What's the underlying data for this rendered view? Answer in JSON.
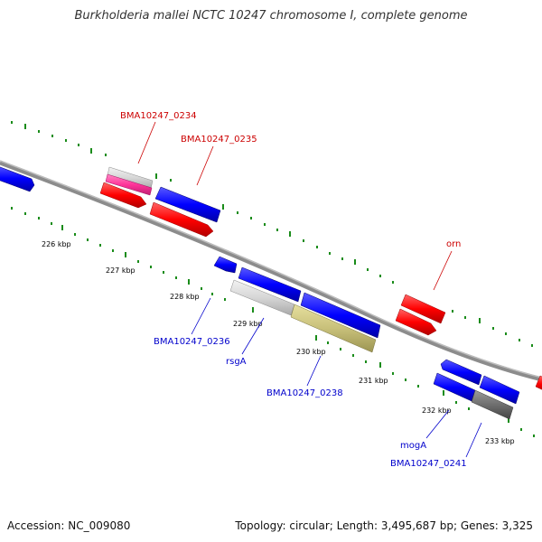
{
  "title": "Burkholderia mallei NCTC 10247 chromosome I, complete genome",
  "footer": {
    "accession": "Accession: NC_009080",
    "summary": "Topology: circular; Length: 3,495,687 bp; Genes: 3,325"
  },
  "colors": {
    "backbone": "#888888",
    "tick": "#1a8c1a",
    "forward_label": "#cc0000",
    "reverse_label": "#0000cc",
    "red": "#ff0000",
    "blue": "#0000ff",
    "pink": "#ff3399",
    "light_gray": "#d9d9d9",
    "dark_gray": "#707070",
    "khaki": "#c8c07a"
  },
  "ruler_labels": [
    "226 kbp",
    "227 kbp",
    "228 kbp",
    "229 kbp",
    "230 kbp",
    "231 kbp",
    "232 kbp",
    "233 kbp"
  ],
  "gene_labels": {
    "forward": [
      "BMA10247_0234",
      "BMA10247_0235",
      "orn"
    ],
    "reverse": [
      "BMA10247_0236",
      "rsgA",
      "BMA10247_0238",
      "mogA",
      "BMA10247_0241"
    ]
  }
}
